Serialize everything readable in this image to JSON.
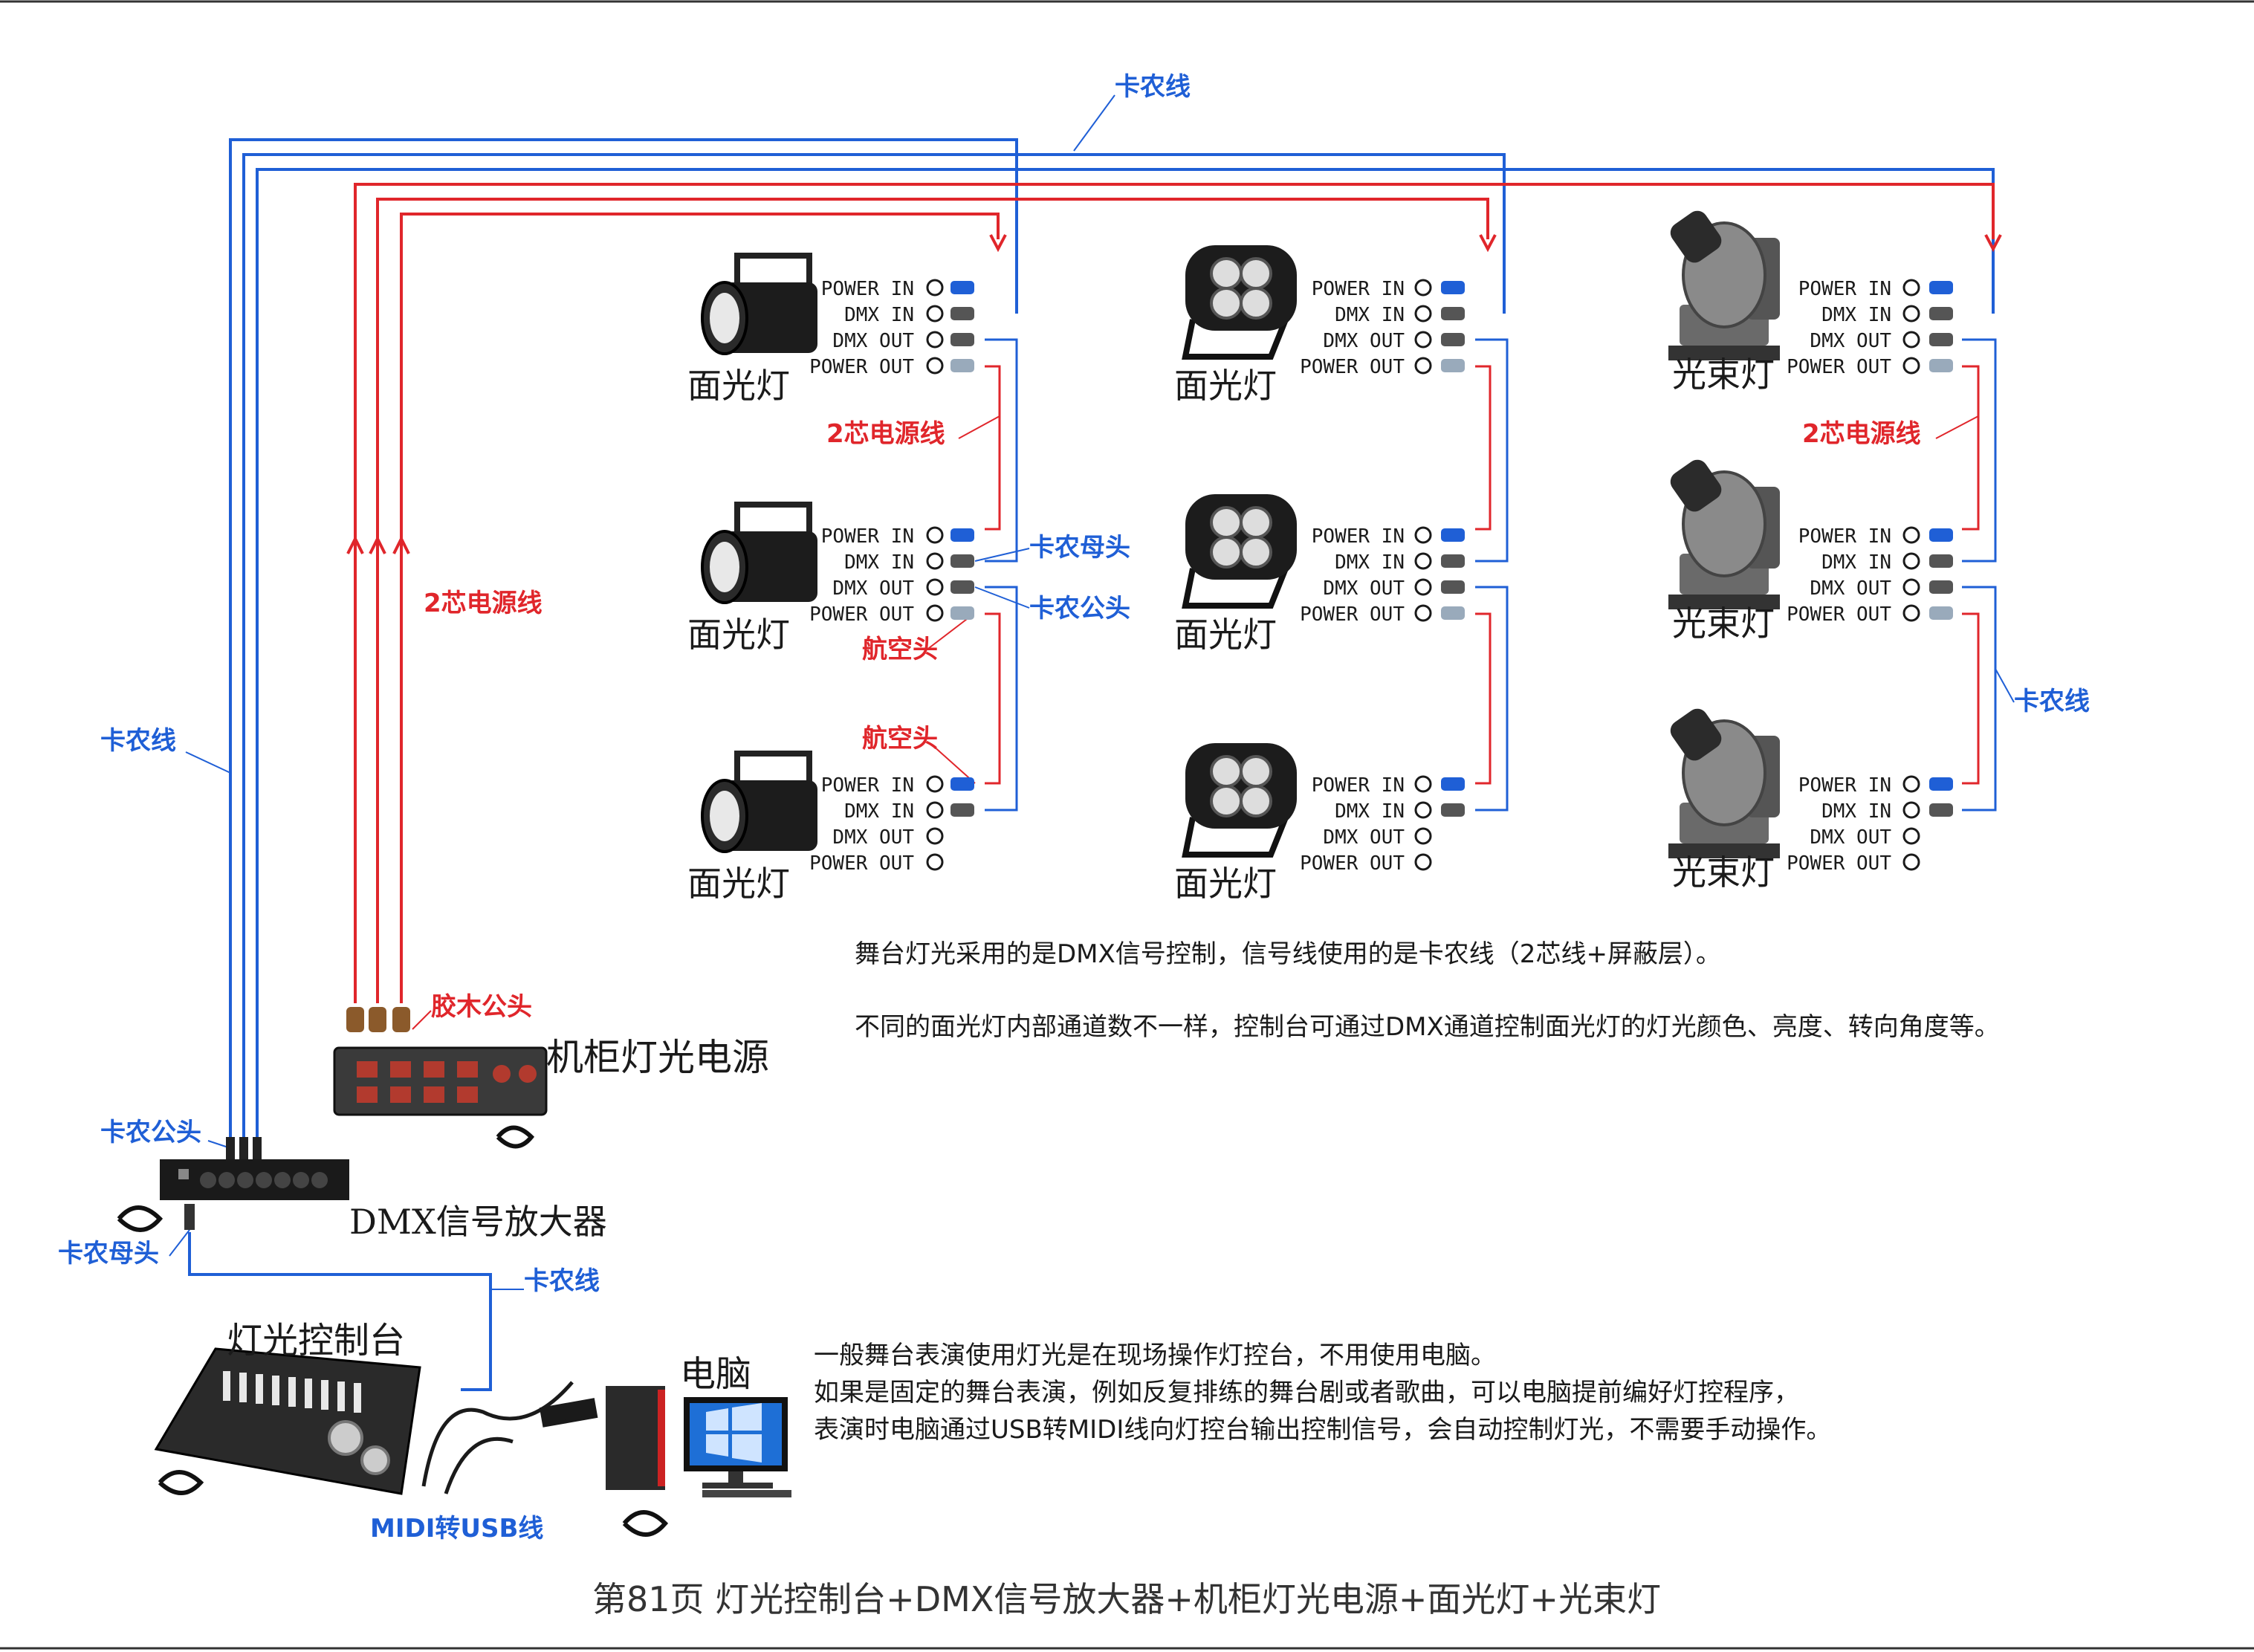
{
  "colors": {
    "blue": "#1f5fd6",
    "red": "#e0262b",
    "black": "#1a1a1a",
    "grey": "#555555"
  },
  "cable_labels": {
    "kanon_top": "卡农线",
    "kanon_left": "卡农线",
    "kanon_right": "卡农线",
    "kanon_bottom": "卡农线",
    "power2_center": "2芯电源线",
    "power2_left": "2芯电源线",
    "power2_right": "2芯电源线",
    "kanon_female_mid": "卡农母头",
    "kanon_male_mid": "卡农公头",
    "aviation_1": "航空头",
    "aviation_2": "航空头",
    "rubber_male": "胶木公头",
    "kanon_male_amp": "卡农公头",
    "kanon_female_amp": "卡农母头",
    "midi_usb": "MIDI转USB线"
  },
  "ports": [
    "POWER IN",
    "DMX IN",
    "DMX OUT",
    "POWER OUT"
  ],
  "fixtures": {
    "col1_name": "面光灯",
    "col2_name": "面光灯",
    "col3_name": "光束灯"
  },
  "devices": {
    "power_cabinet": "机柜灯光电源",
    "amplifier": "DMX信号放大器",
    "console": "灯光控制台",
    "computer": "电脑"
  },
  "notes": {
    "dmx_line1": "舞台灯光采用的是DMX信号控制，信号线使用的是卡农线（2芯线+屏蔽层）。",
    "dmx_line2": "不同的面光灯内部通道数不一样，控制台可通过DMX通道控制面光灯的灯光颜色、亮度、转向角度等。",
    "pc_line1": "一般舞台表演使用灯光是在现场操作灯控台，不用使用电脑。",
    "pc_line2": "如果是固定的舞台表演，例如反复排练的舞台剧或者歌曲，可以电脑提前编好灯控程序，",
    "pc_line3": "表演时电脑通过USB转MIDI线向灯控台输出控制信号，会自动控制灯光，不需要手动操作。"
  },
  "caption": "第81页  灯光控制台+DMX信号放大器+机柜灯光电源+面光灯+光束灯"
}
